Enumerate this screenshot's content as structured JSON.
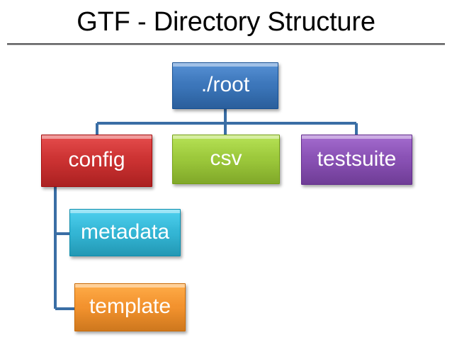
{
  "slide": {
    "title": "GTF - Directory Structure",
    "background": "#ffffff",
    "title_color": "#000000",
    "rule_color": "#59595b"
  },
  "diagram": {
    "type": "hierarchy-tree",
    "connector_color": "#3a6ea5",
    "nodes": [
      {
        "id": "root",
        "label": "./root",
        "color": "#3d77bb",
        "level": 0,
        "parent": null
      },
      {
        "id": "config",
        "label": "config",
        "color": "#cc3333",
        "level": 1,
        "parent": "root"
      },
      {
        "id": "csv",
        "label": "csv",
        "color": "#9dc93c",
        "level": 1,
        "parent": "root"
      },
      {
        "id": "testsuite",
        "label": "testsuite",
        "color": "#8a52b5",
        "level": 1,
        "parent": "root"
      },
      {
        "id": "metadata",
        "label": "metadata",
        "color": "#35b7d6",
        "level": 2,
        "parent": "config"
      },
      {
        "id": "template",
        "label": "template",
        "color": "#f3932f",
        "level": 2,
        "parent": "config"
      }
    ]
  }
}
